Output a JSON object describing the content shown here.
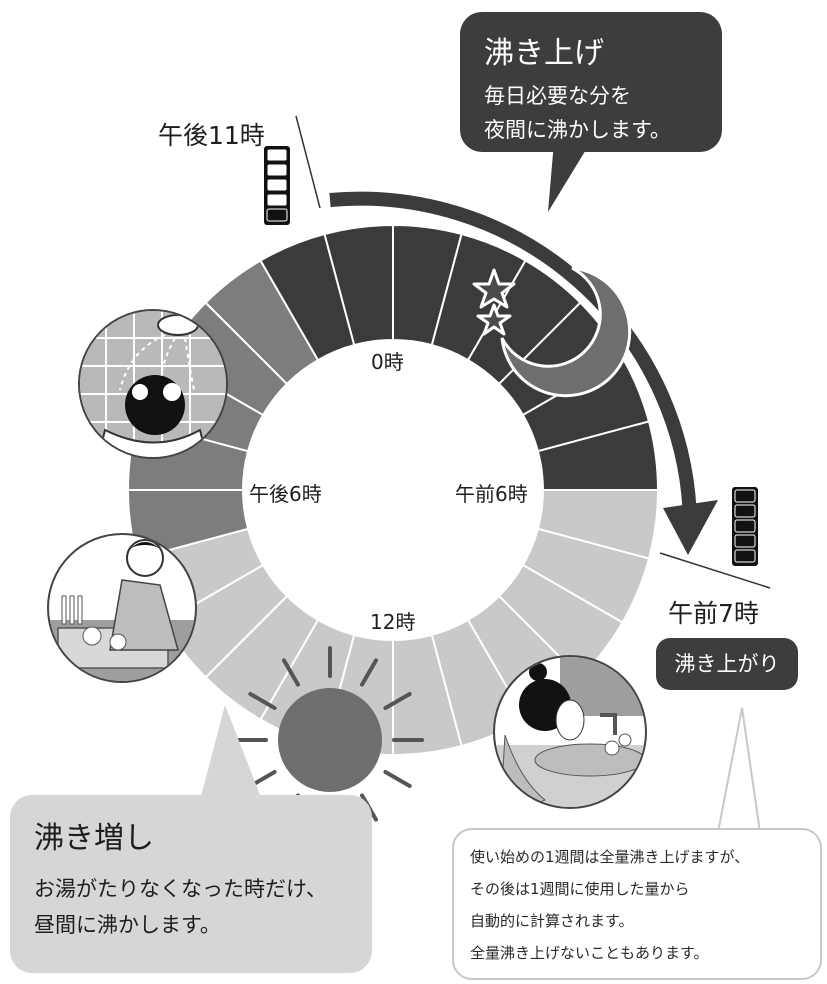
{
  "clock": {
    "label_0": "0時",
    "label_6am": "午前6時",
    "label_12": "12時",
    "label_6pm": "午後6時",
    "label_11pm": "午後11時",
    "label_7am": "午前7時"
  },
  "heat_up": {
    "title": "沸き上げ",
    "lines": [
      "毎日必要な分を",
      "夜間に沸かします。"
    ]
  },
  "done_badge": "沸き上がり",
  "reheat": {
    "title": "沸き増し",
    "lines": [
      "お湯がたりなくなった時だけ、",
      "昼間に沸かします。"
    ]
  },
  "note": {
    "lines": [
      "使い始めの1週間は全量沸き上げますが、",
      "その後は1週間に使用した量から",
      "自動的に計算されます。",
      "全量沸き上げないこともあります。"
    ]
  },
  "tank_11pm": {
    "filled_levels": 1,
    "total_levels": 5
  },
  "tank_7am": {
    "filled_levels": 5,
    "total_levels": 5
  },
  "colors": {
    "night": "#3b3b3b",
    "evening": "#7d7d7d",
    "day": "#c9c9c9",
    "sun": "#6e6e6e",
    "moon": "#6e6e6e",
    "arrow": "#3b3b3b"
  },
  "icons": [
    "moon-icon",
    "star-icon",
    "sun-icon",
    "shower-illustration",
    "dishwashing-illustration",
    "face-washing-illustration"
  ]
}
